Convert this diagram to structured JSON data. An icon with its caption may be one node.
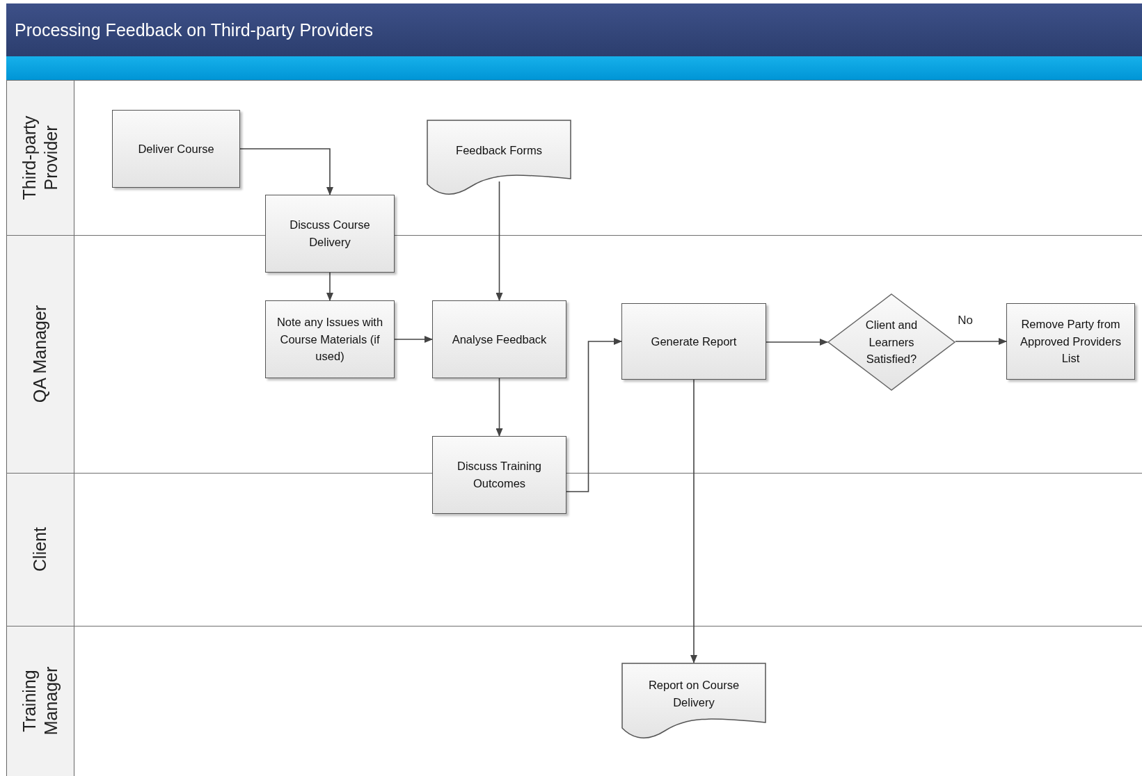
{
  "diagram": {
    "title": "Processing Feedback on Third-party Providers",
    "nodes": [
      {
        "text": [
          "Deliver Course"
        ]
      },
      {
        "text": [
          "Feedback Forms"
        ]
      },
      {
        "text": [
          "Discuss Course Delivery"
        ]
      },
      {
        "text": [
          "Note any Issues with Course Materials (if used)"
        ]
      },
      {
        "text": [
          "Analyse Feedback"
        ]
      },
      {
        "text": [
          "Generate Report"
        ]
      },
      {
        "text": [
          "Client and Learners Satisfied?"
        ]
      },
      {
        "text": [
          "Remove Party from Approved Providers List"
        ]
      },
      {
        "text": [
          "Discuss Training Outcomes"
        ]
      },
      {
        "text": [
          "Report on Course Delivery"
        ]
      }
    ],
    "edges": [
      {
        "from": 0,
        "to": 2,
        "arrow": "to"
      },
      {
        "from": 1,
        "to": 4,
        "arrow": "to"
      },
      {
        "from": 2,
        "to": 3,
        "arrow": "to"
      },
      {
        "from": 3,
        "to": 4,
        "arrow": "to"
      },
      {
        "from": 4,
        "to": 8,
        "arrow": "to"
      },
      {
        "from": 8,
        "to": 5,
        "arrow": "to"
      },
      {
        "from": 5,
        "to": 6,
        "arrow": "to"
      },
      {
        "from": 6,
        "to": 7,
        "arrow": "to",
        "label": "No"
      },
      {
        "from": 5,
        "to": 9,
        "arrow": "to"
      }
    ],
    "labels": [
      "Third-party Provider",
      "QA Manager",
      "Client",
      "Training Manager"
    ]
  }
}
